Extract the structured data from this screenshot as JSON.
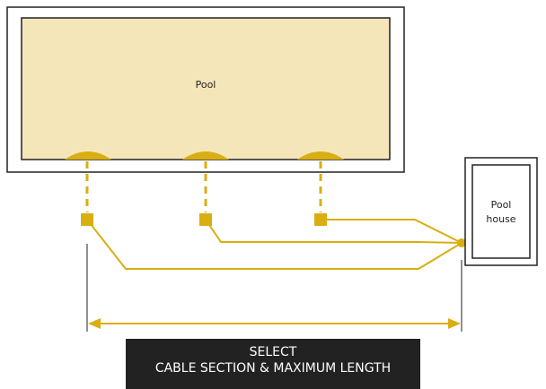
{
  "labels": {
    "pool": "Pool",
    "pool_house_line1": "Pool",
    "pool_house_line2": "house"
  },
  "banner": {
    "line1": "SELECT",
    "line2": "CABLE SECTION & MAXIMUM LENGTH"
  },
  "colors": {
    "pool_fill": "#F5E6BA",
    "cable": "#D9AE12",
    "outline": "#222222",
    "banner_bg": "#222222",
    "banner_text": "#FFFFFF"
  },
  "icons": {
    "junction_box": "square",
    "pool_light": "half-ellipse",
    "dimension_arrow": "double-headed-arrow"
  }
}
